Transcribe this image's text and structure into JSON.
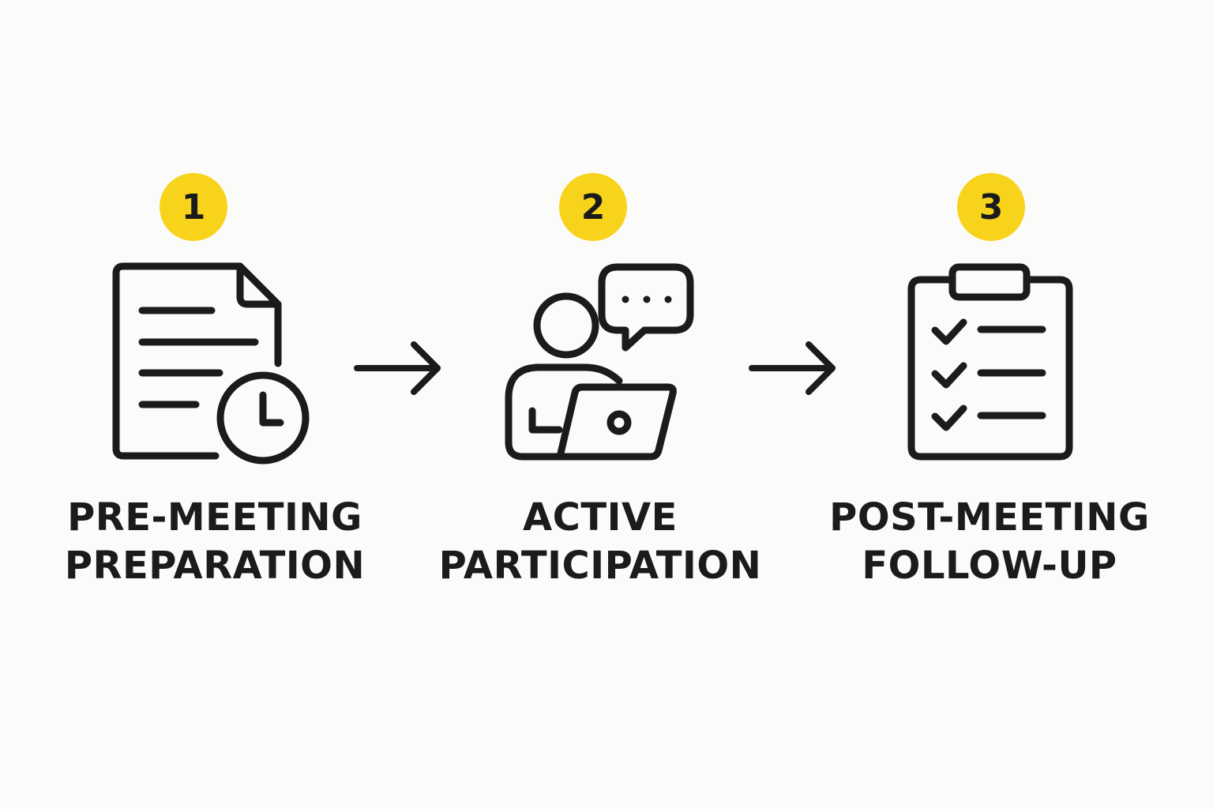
{
  "steps": [
    {
      "number": "1",
      "icon": "document-clock-icon",
      "title_lines": [
        "PRE-MEETING",
        "PREPARATION"
      ]
    },
    {
      "number": "2",
      "icon": "person-laptop-chat-icon",
      "title_lines": [
        "ACTIVE",
        "PARTICIPATION"
      ]
    },
    {
      "number": "3",
      "icon": "clipboard-checklist-icon",
      "title_lines": [
        "POST-MEETING",
        "FOLLOW-UP"
      ]
    }
  ],
  "connectors": [
    "arrow-right-icon",
    "arrow-right-icon"
  ],
  "colors": {
    "badge": "#f8d31c",
    "ink": "#1b1b1b",
    "background": "#fbfbf9"
  }
}
